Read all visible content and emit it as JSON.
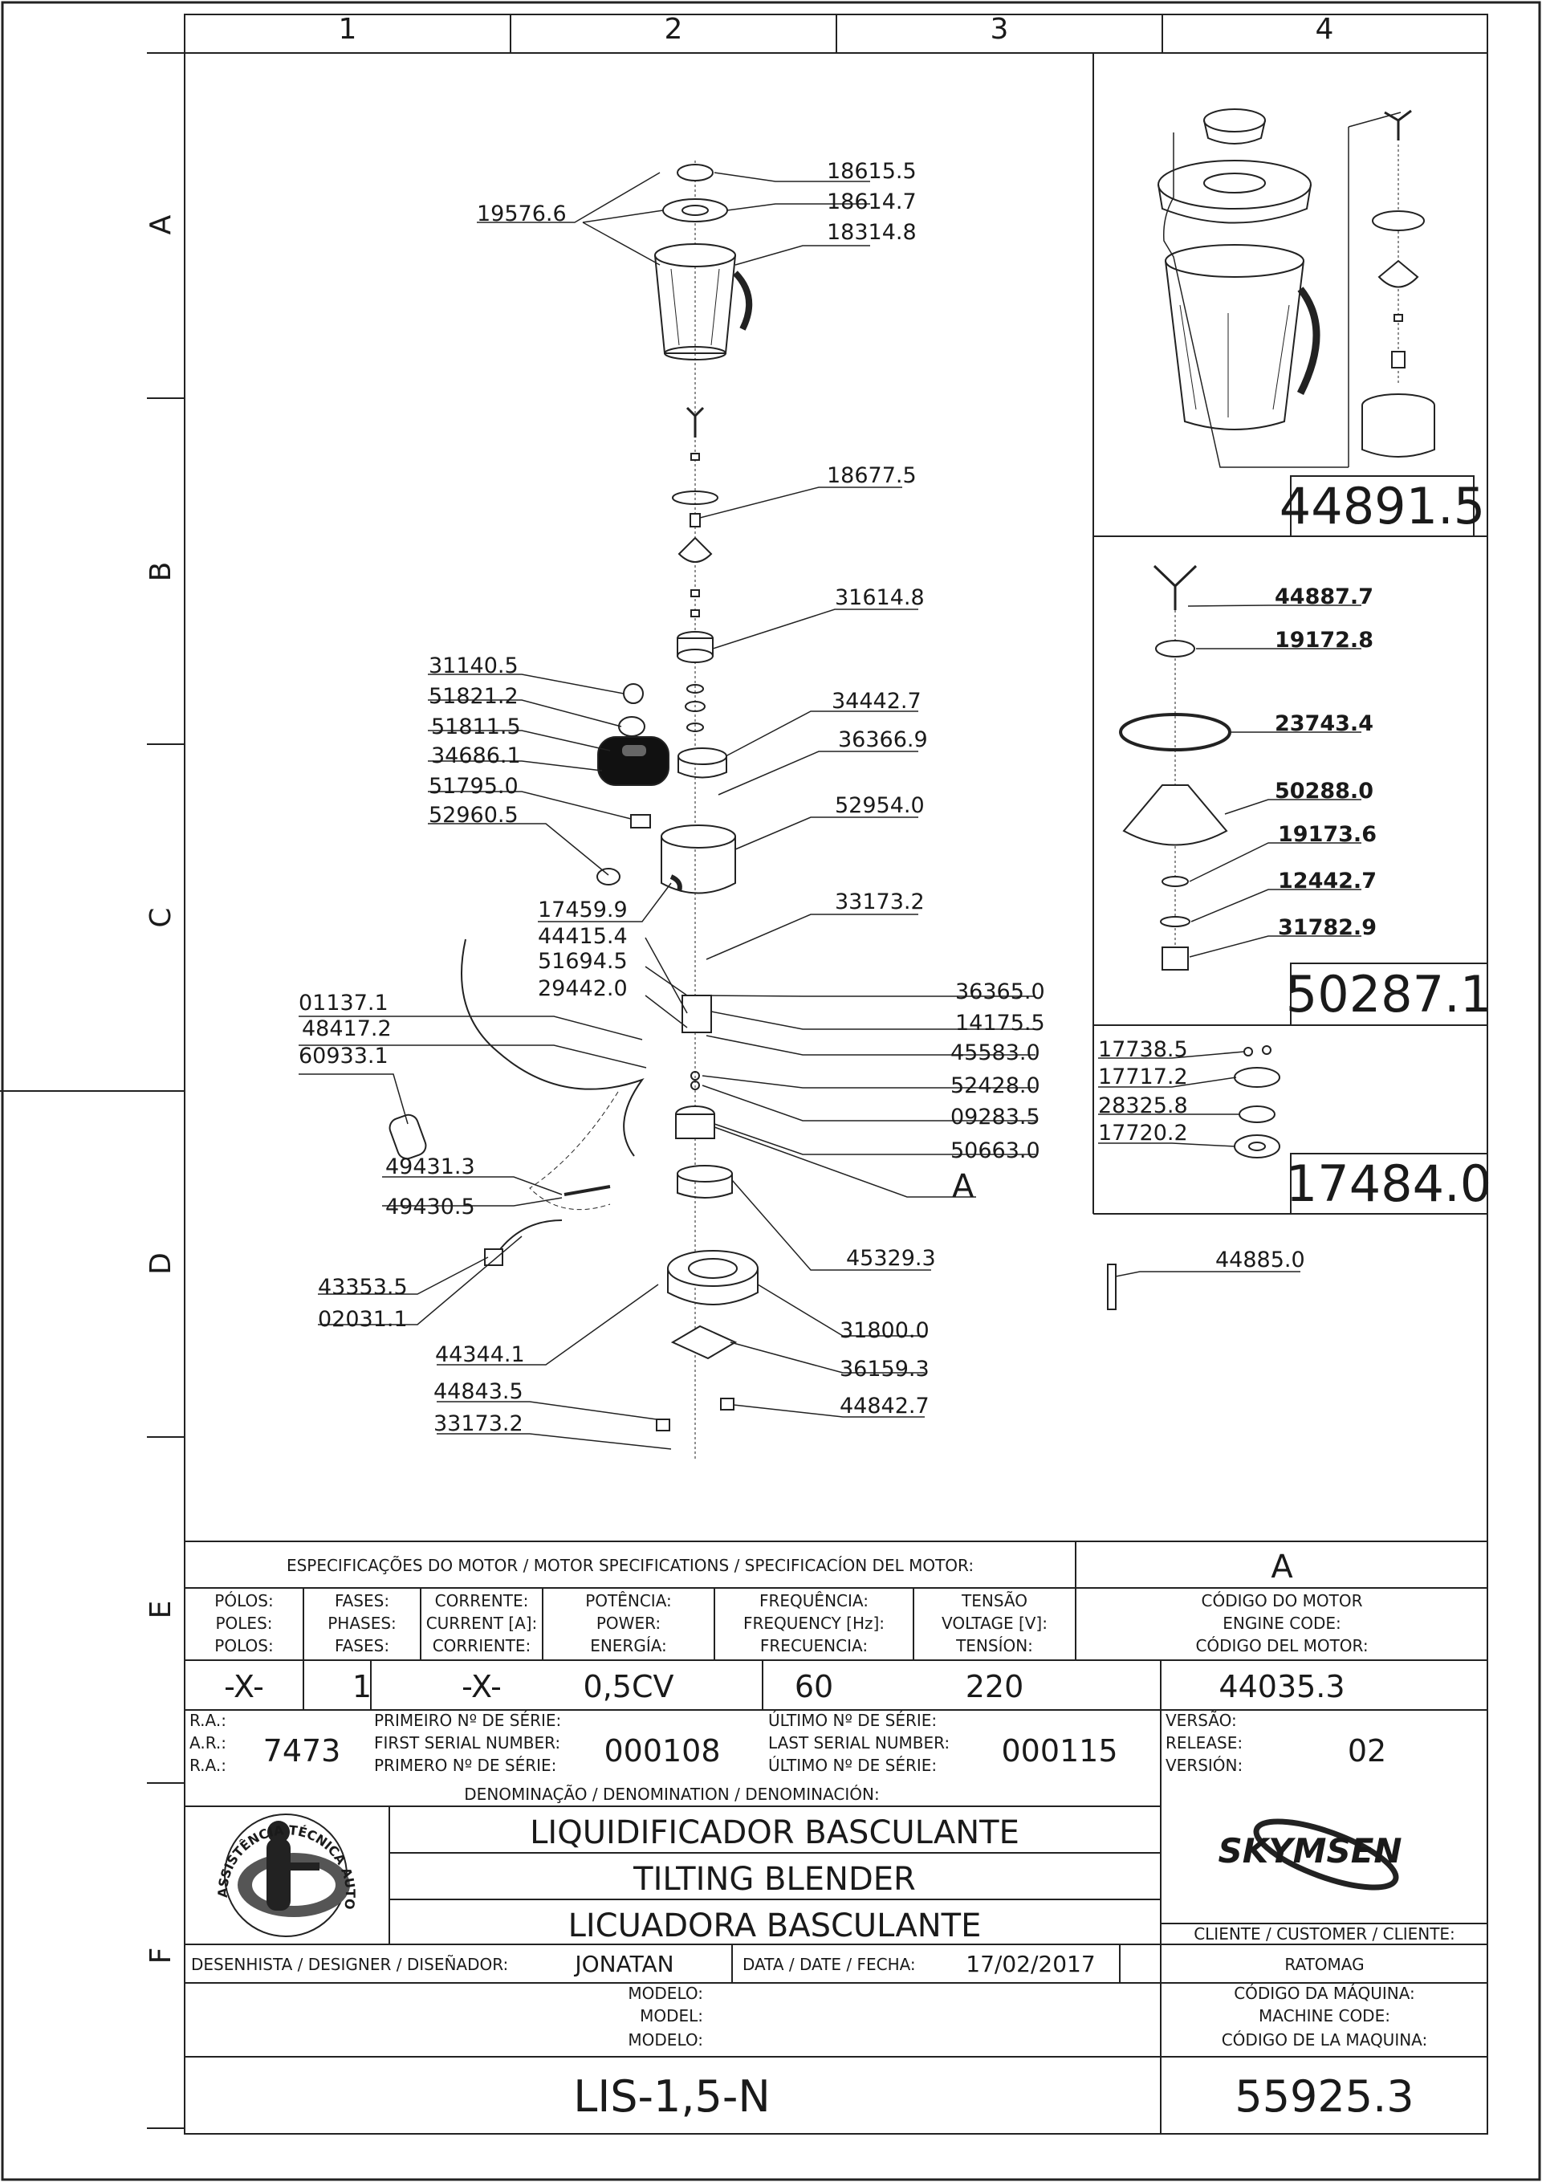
{
  "grid": {
    "columns": [
      "1",
      "2",
      "3",
      "4"
    ],
    "rows": [
      "A",
      "B",
      "C",
      "D",
      "E",
      "F"
    ]
  },
  "parts": {
    "p18615_5": "18615.5",
    "p18614_7": "18614.7",
    "p18314_8": "18314.8",
    "p19576_6": "19576.6",
    "p18677_5": "18677.5",
    "p31614_8": "31614.8",
    "p31140_5": "31140.5",
    "p51821_2": "51821.2",
    "p51811_5": "51811.5",
    "p34686_1": "34686.1",
    "p51795_0": "51795.0",
    "p52960_5": "52960.5",
    "p34442_7": "34442.7",
    "p36366_9": "36366.9",
    "p52954_0": "52954.0",
    "p17459_9": "17459.9",
    "p44415_4": "44415.4",
    "p51694_5": "51694.5",
    "p29442_0": "29442.0",
    "p33173_2a": "33173.2",
    "p01137_1": "01137.1",
    "p48417_2": "48417.2",
    "p60933_1": "60933.1",
    "p36365_0": "36365.0",
    "p14175_5": "14175.5",
    "p45583_0": "45583.0",
    "p52428_0": "52428.0",
    "p09283_5": "09283.5",
    "p50663_0": "50663.0",
    "pA": "A",
    "p49431_3": "49431.3",
    "p49430_5": "49430.5",
    "p45329_3": "45329.3",
    "p43353_5": "43353.5",
    "p02031_1": "02031.1",
    "p31800_0": "31800.0",
    "p36159_3": "36159.3",
    "p44344_1": "44344.1",
    "p44843_5": "44843.5",
    "p44842_7": "44842.7",
    "p33173_2b": "33173.2",
    "p44885_0": "44885.0"
  },
  "subassemblies": {
    "jar": {
      "code": "44891.5"
    },
    "blade": {
      "code": "50287.1",
      "parts": [
        "44887.7",
        "19172.8",
        "23743.4",
        "50288.0",
        "19173.6",
        "12442.7",
        "31782.9"
      ]
    },
    "coupling": {
      "code": "17484.0",
      "parts": [
        "17738.5",
        "17717.2",
        "28325.8",
        "17720.2"
      ]
    }
  },
  "motor_spec": {
    "header": "ESPECIFICAÇÕES DO MOTOR / MOTOR SPECIFICATIONS / SPECIFICACÍON DEL MOTOR:",
    "motor_letter": "A",
    "columns": [
      {
        "h1": "PÓLOS:",
        "h2": "POLES:",
        "h3": "POLOS:",
        "value": "-X-"
      },
      {
        "h1": "FASES:",
        "h2": "PHASES:",
        "h3": "FASES:",
        "value": "1"
      },
      {
        "h1": "CORRENTE:",
        "h2": "CURRENT [A]:",
        "h3": "CORRIENTE:",
        "value": "-X-"
      },
      {
        "h1": "POTÊNCIA:",
        "h2": "POWER:",
        "h3": "ENERGÍA:",
        "value": "0,5CV"
      },
      {
        "h1": "FREQUÊNCIA:",
        "h2": "FREQUENCY [Hz]:",
        "h3": "FRECUENCIA:",
        "value": "60"
      },
      {
        "h1": "TENSÃO",
        "h2": "VOLTAGE [V]:",
        "h3": "TENSÍON:",
        "value": "220"
      },
      {
        "h1": "CÓDIGO DO MOTOR",
        "h2": "ENGINE CODE:",
        "h3": "CÓDIGO DEL MOTOR:",
        "value": "44035.3"
      }
    ]
  },
  "serial": {
    "ra_labels": [
      "R.A.:",
      "A.R.:",
      "R.A.:"
    ],
    "ra_value": "7473",
    "first_labels": [
      "PRIMEIRO Nº DE SÉRIE:",
      "FIRST SERIAL NUMBER:",
      "PRIMERO Nº DE SÉRIE:"
    ],
    "first_value": "000108",
    "last_labels": [
      "ÚLTIMO Nº DE SÉRIE:",
      "LAST SERIAL NUMBER:",
      "ÚLTIMO Nº DE SÉRIE:"
    ],
    "last_value": "000115",
    "version_labels": [
      "VERSÃO:",
      "RELEASE:",
      "VERSIÓN:"
    ],
    "version_value": "02"
  },
  "denomination": {
    "header": "DENOMINAÇÃO / DENOMINATION / DENOMINACIÓN:",
    "lines": [
      "LIQUIDIFICADOR BASCULANTE",
      "TILTING BLENDER",
      "LICUADORA BASCULANTE"
    ],
    "seal_text": "ASSISTÊNCIA TÉCNICA AUTORIZADA"
  },
  "brand": {
    "logo": "SKYMSEN",
    "customer_label": "CLIENTE / CUSTOMER / CLIENTE:",
    "customer_value": "RATOMAG"
  },
  "designer": {
    "label": "DESENHISTA / DESIGNER / DISEÑADOR:",
    "value": "JONATAN",
    "date_label": "DATA / DATE / FECHA:",
    "date_value": "17/02/2017"
  },
  "model": {
    "labels": [
      "MODELO:",
      "MODEL:",
      "MODELO:"
    ],
    "value": "LIS-1,5-N"
  },
  "machine_code": {
    "labels": [
      "CÓDIGO DA MÁQUINA:",
      "MACHINE CODE:",
      "CÓDIGO DE LA MAQUINA:"
    ],
    "value": "55925.3"
  }
}
